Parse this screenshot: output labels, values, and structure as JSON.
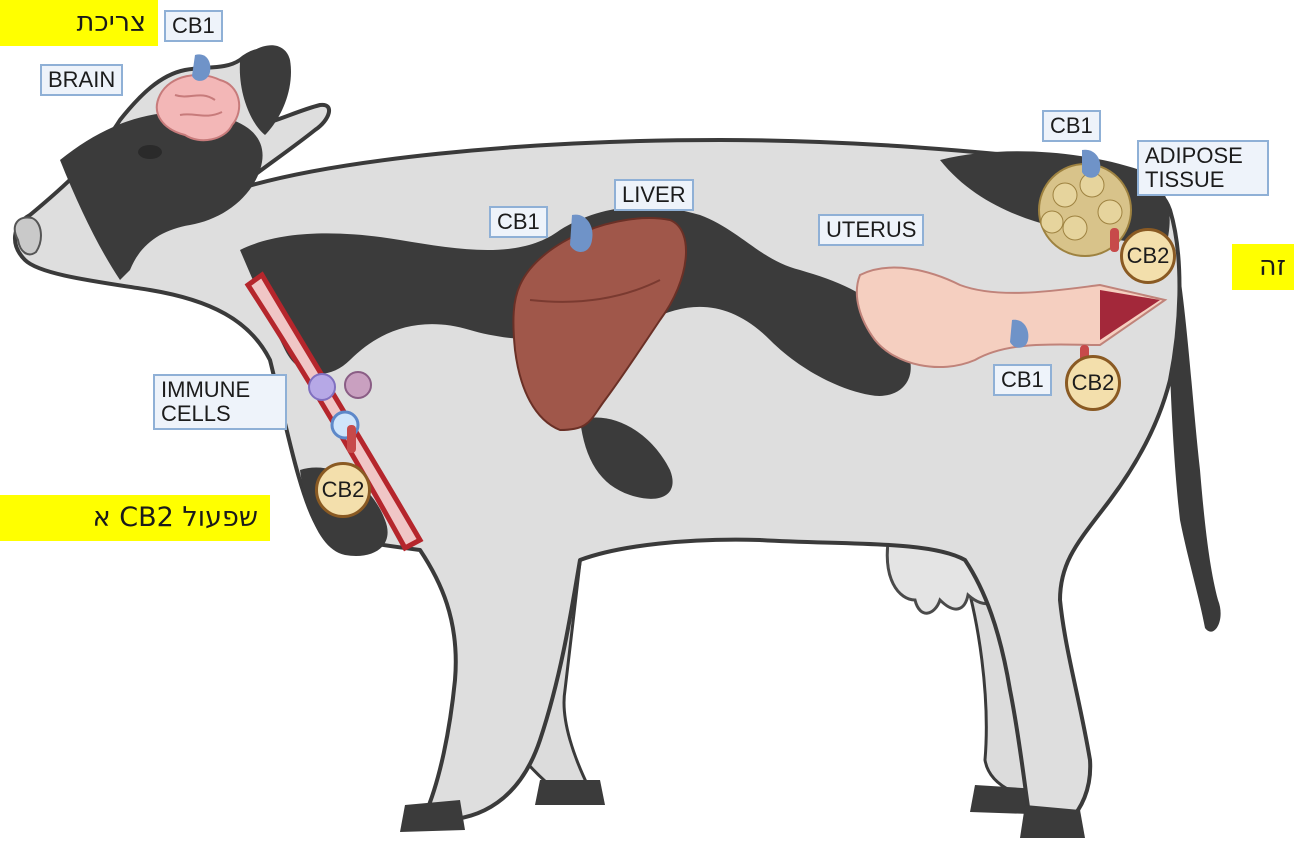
{
  "highlights": {
    "top_left": "צריכת",
    "right_edge": "זה",
    "bottom_left": "שפעול  CB2 א"
  },
  "labels": {
    "brain": "BRAIN",
    "liver": "LIVER",
    "uterus": "UTERUS",
    "adipose_line1": "ADIPOSE",
    "adipose_line2": "TISSUE",
    "immune_line1": "IMMUNE",
    "immune_line2": "CELLS"
  },
  "receptors": {
    "cb1": "CB1",
    "cb2": "CB2"
  },
  "colors": {
    "cb1_receptor": "#6f93c8",
    "cb2_receptor": "#c74a4a",
    "highlight": "#ffff00",
    "label_border": "#8fb0d6"
  }
}
